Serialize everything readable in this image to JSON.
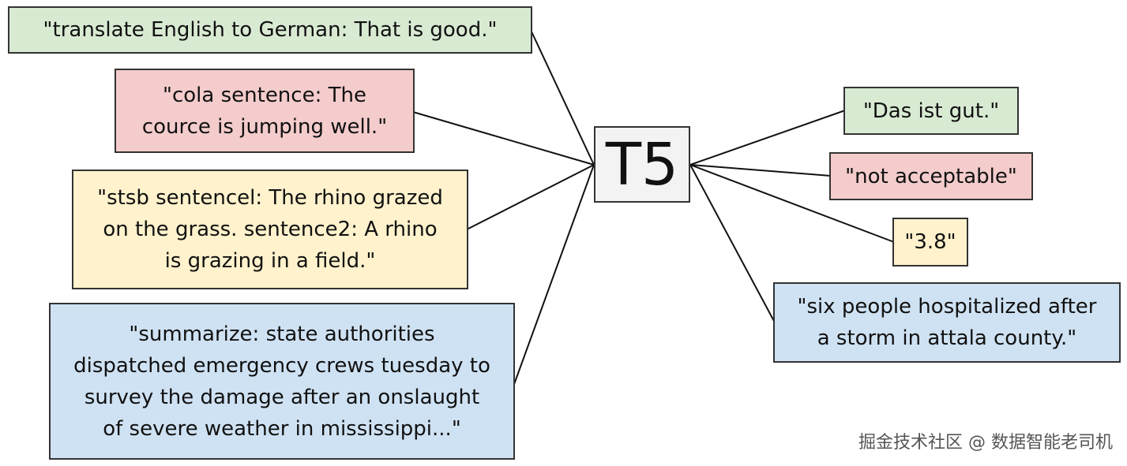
{
  "model": {
    "label": "T5"
  },
  "inputs": [
    {
      "text": "\"translate English to German: That is good.\"",
      "color": "#d9ead3"
    },
    {
      "text": "\"cola sentence: The\ncource is jumping well.\"",
      "color": "#f4cccc"
    },
    {
      "text": "\"stsb sentencel: The rhino grazed\non the grass. sentence2: A rhino\nis grazing in a field.\"",
      "color": "#fff2cc"
    },
    {
      "text": "\"summarize: state authorities\ndispatched emergency crews tuesday to\nsurvey the damage after an onslaught\nof severe weather in mississippi...\"",
      "color": "#cfe2f3"
    }
  ],
  "outputs": [
    {
      "text": "\"Das ist gut.\"",
      "color": "#d9ead3"
    },
    {
      "text": "\"not acceptable\"",
      "color": "#f4cccc"
    },
    {
      "text": "\"3.8\"",
      "color": "#fff2cc"
    },
    {
      "text": "\"six people hospitalized after\na storm in attala county.\"",
      "color": "#cfe2f3"
    }
  ],
  "watermark": "掘金技术社区 @ 数据智能老司机"
}
